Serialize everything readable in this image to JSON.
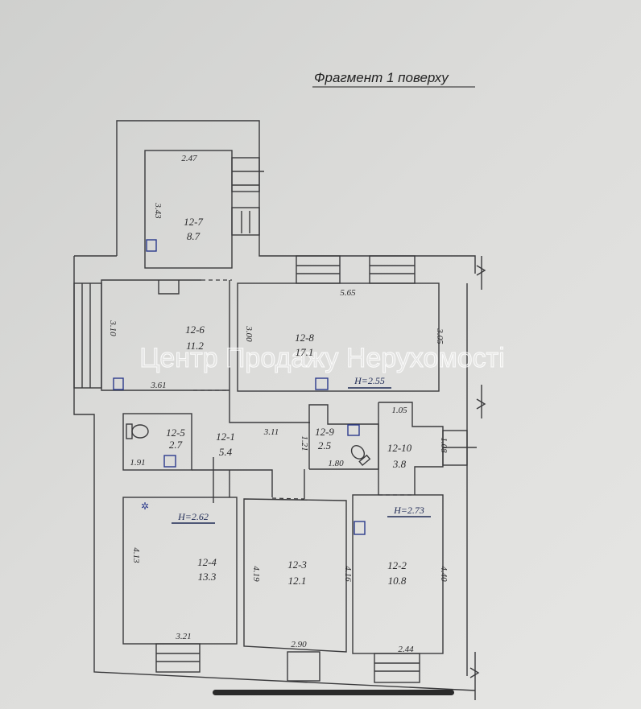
{
  "title": "Фрагмент 1 поверху",
  "watermark": "Центр Продажу Нерухомості",
  "rooms": [
    {
      "id": "12-7",
      "area": "8.7"
    },
    {
      "id": "12-6",
      "area": "11.2"
    },
    {
      "id": "12-8",
      "area": "17.1"
    },
    {
      "id": "12-5",
      "area": "2.7"
    },
    {
      "id": "12-1",
      "area": "5.4"
    },
    {
      "id": "12-9",
      "area": "2.5"
    },
    {
      "id": "12-10",
      "area": "3.8"
    },
    {
      "id": "12-4",
      "area": "13.3"
    },
    {
      "id": "12-3",
      "area": "12.1"
    },
    {
      "id": "12-2",
      "area": "10.8"
    }
  ],
  "heights": {
    "h1": "H=2.55",
    "h2": "H=2.62",
    "h3": "H=2.73"
  },
  "dimensions": {
    "d247": "2.47",
    "d343": "3.43",
    "d565": "5.65",
    "d310": "3.10",
    "d300": "3.00",
    "d305": "3.05",
    "d361": "3.61",
    "d311": "3.11",
    "d121": "1.21",
    "d180": "1.80",
    "d105": "1.05",
    "d108": "1.08",
    "d191": "1.91",
    "d413": "4.13",
    "d419": "4.19",
    "d416": "4.16",
    "d440": "4.40",
    "d321": "3.21",
    "d290": "2.90",
    "d244": "2.44"
  },
  "colors": {
    "wall": "#3a3a3c",
    "marker": "#2b3a8c"
  }
}
